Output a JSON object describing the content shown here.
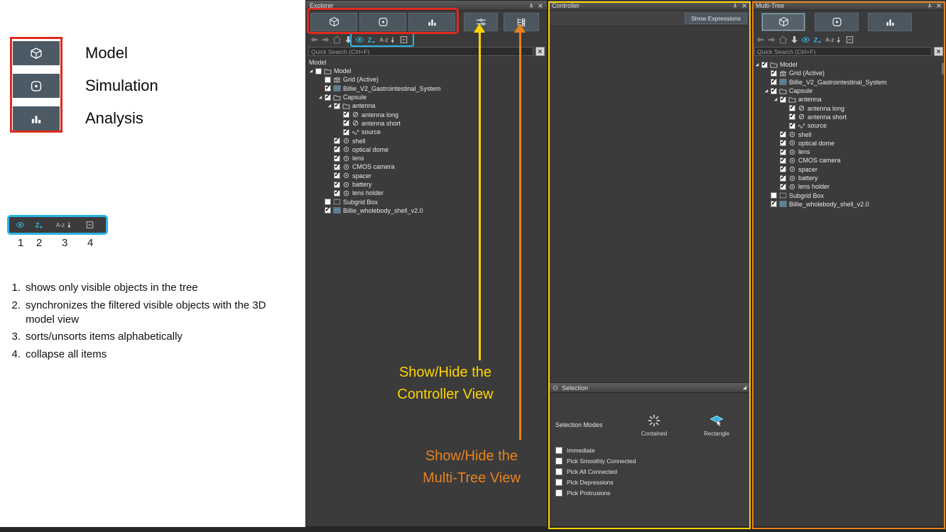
{
  "colors": {
    "annotation_red": "#df2b1e",
    "annotation_cyan": "#2bb3e6",
    "annotation_yellow": "#ffd400",
    "annotation_orange": "#e8821e",
    "panel_background": "#3b3b3b",
    "tab_background": "#4c565f",
    "toolbar_accent": "#2fc0ee"
  },
  "legend": {
    "items": [
      {
        "icon": "cube",
        "label": "Model"
      },
      {
        "icon": "sim",
        "label": "Simulation"
      },
      {
        "icon": "analysis",
        "label": "Analysis"
      }
    ],
    "toolbar": [
      {
        "icon": "eye",
        "cls": "accent"
      },
      {
        "icon": "sync",
        "cls": "accent"
      },
      {
        "icon": "sort",
        "cls": "wide"
      },
      {
        "icon": "collapse",
        "cls": ""
      }
    ],
    "numbers": [
      "1",
      "2",
      "3",
      "4"
    ],
    "notes": [
      {
        "num": "1.",
        "text": "shows only visible objects in the tree"
      },
      {
        "num": "2.",
        "text": "synchronizes the filtered visible objects with the 3D model view"
      },
      {
        "num": "3.",
        "text": "sorts/unsorts items alphabetically"
      },
      {
        "num": "4.",
        "text": "collapse all items"
      }
    ]
  },
  "explorer": {
    "title": "Explorer",
    "tabs": [
      {
        "icon": "cube"
      },
      {
        "icon": "sim"
      },
      {
        "icon": "analysis"
      }
    ],
    "toggles": [
      {
        "icon": "sliders"
      },
      {
        "icon": "treeview"
      }
    ],
    "toolbar": [
      {
        "icon": "back",
        "cls": "dim"
      },
      {
        "icon": "forward",
        "cls": "dim"
      },
      {
        "icon": "home",
        "cls": "dim"
      },
      {
        "icon": "down",
        "cls": ""
      },
      {
        "icon": "eye",
        "cls": "accent"
      },
      {
        "icon": "sync",
        "cls": "accent"
      },
      {
        "icon": "sort",
        "cls": "wide"
      },
      {
        "icon": "collapse",
        "cls": ""
      }
    ],
    "search_placeholder": "Quick Search (Ctrl+F)",
    "root_label": "Model",
    "tree": [
      {
        "label": "Model",
        "icon": "folder",
        "level": 0,
        "expand": true,
        "checked": false
      },
      {
        "label": "Grid (Active)",
        "icon": "grid",
        "level": 1,
        "checked": false
      },
      {
        "label": "Billie_V2_Gastrointestinal_System",
        "icon": "body",
        "level": 1,
        "checked": true
      },
      {
        "label": "Capsule",
        "icon": "folder",
        "level": 1,
        "expand": true,
        "checked": true
      },
      {
        "label": "antenna",
        "icon": "folder",
        "level": 2,
        "expand": true,
        "checked": true
      },
      {
        "label": "antenna long",
        "icon": "wire",
        "level": 3,
        "checked": true
      },
      {
        "label": "antenna short",
        "icon": "wire",
        "level": 3,
        "checked": true
      },
      {
        "label": "source",
        "icon": "source",
        "level": 3,
        "checked": true
      },
      {
        "label": "shell",
        "icon": "solid",
        "level": 2,
        "checked": true
      },
      {
        "label": "optical dome",
        "icon": "solid",
        "level": 2,
        "checked": true
      },
      {
        "label": "lens",
        "icon": "solid",
        "level": 2,
        "checked": true
      },
      {
        "label": "CMOS camera",
        "icon": "solid",
        "level": 2,
        "checked": true
      },
      {
        "label": "spacer",
        "icon": "solid",
        "level": 2,
        "checked": true
      },
      {
        "label": "battery",
        "icon": "solid",
        "level": 2,
        "checked": true
      },
      {
        "label": "lens holder",
        "icon": "solid",
        "level": 2,
        "checked": true
      },
      {
        "label": "Subgrid Box",
        "icon": "box",
        "level": 1,
        "checked": false
      },
      {
        "label": "Billie_wholebody_shell_v2.0",
        "icon": "body",
        "level": 1,
        "checked": true
      }
    ]
  },
  "controller": {
    "title": "Controller",
    "show_expressions_label": "Show Expressions",
    "selection": {
      "title": "Selection",
      "modes_label": "Selection Modes",
      "modes": [
        {
          "icon": "contained",
          "label": "Contained"
        },
        {
          "icon": "rectangle",
          "label": "Rectangle"
        }
      ],
      "options": [
        "Immediate",
        "Pick Smoothly Connected",
        "Pick All Connected",
        "Pick Depressions",
        "Pick Protrusions"
      ]
    }
  },
  "multitree": {
    "title": "Multi-Tree",
    "tabs": [
      {
        "icon": "cube",
        "cls": "selected"
      },
      {
        "icon": "sim"
      },
      {
        "icon": "analysis"
      }
    ],
    "toolbar": [
      {
        "icon": "back",
        "cls": "dim"
      },
      {
        "icon": "forward",
        "cls": "dim"
      },
      {
        "icon": "home",
        "cls": "dim"
      },
      {
        "icon": "down",
        "cls": ""
      },
      {
        "icon": "eye",
        "cls": "accent"
      },
      {
        "icon": "sync",
        "cls": "accent"
      },
      {
        "icon": "sort",
        "cls": "wide"
      },
      {
        "icon": "collapse",
        "cls": ""
      }
    ],
    "search_placeholder": "Quick Search (Ctrl+F)",
    "tree": [
      {
        "label": "Model",
        "icon": "folder",
        "level": 0,
        "expand": true,
        "checked": true
      },
      {
        "label": "Grid (Active)",
        "icon": "grid",
        "level": 1,
        "checked": true
      },
      {
        "label": "Billie_V2_Gastrointestinal_System",
        "icon": "body",
        "level": 1,
        "checked": true
      },
      {
        "label": "Capsule",
        "icon": "folder",
        "level": 1,
        "expand": true,
        "checked": true
      },
      {
        "label": "antenna",
        "icon": "folder",
        "level": 2,
        "expand": true,
        "checked": true
      },
      {
        "label": "antenna long",
        "icon": "wire",
        "level": 3,
        "checked": true
      },
      {
        "label": "antenna short",
        "icon": "wire",
        "level": 3,
        "checked": true
      },
      {
        "label": "source",
        "icon": "source",
        "level": 3,
        "checked": true
      },
      {
        "label": "shell",
        "icon": "solid",
        "level": 2,
        "checked": true
      },
      {
        "label": "optical dome",
        "icon": "solid",
        "level": 2,
        "checked": true
      },
      {
        "label": "lens",
        "icon": "solid",
        "level": 2,
        "checked": true
      },
      {
        "label": "CMOS camera",
        "icon": "solid",
        "level": 2,
        "checked": true
      },
      {
        "label": "spacer",
        "icon": "solid",
        "level": 2,
        "checked": true
      },
      {
        "label": "battery",
        "icon": "solid",
        "level": 2,
        "checked": true
      },
      {
        "label": "lens holder",
        "icon": "solid",
        "level": 2,
        "checked": true
      },
      {
        "label": "Subgrid Box",
        "icon": "box",
        "level": 1,
        "checked": false
      },
      {
        "label": "Billie_wholebody_shell_v2.0",
        "icon": "body",
        "level": 1,
        "checked": true
      }
    ]
  },
  "annotations": {
    "controller_note": {
      "line1": "Show/Hide the",
      "line2": "Controller View"
    },
    "multitree_note": {
      "line1": "Show/Hide the",
      "line2": "Multi-Tree View"
    }
  }
}
